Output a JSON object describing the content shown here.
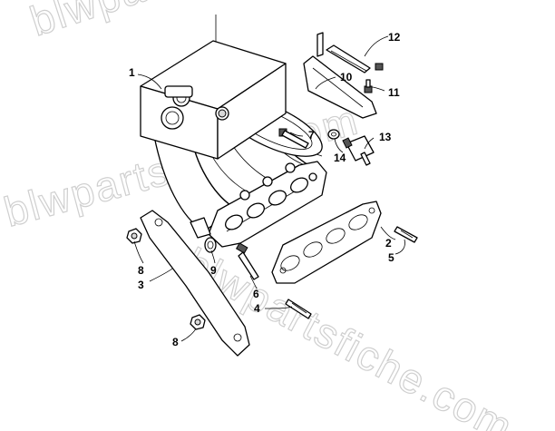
{
  "watermark": "blwpartsfiche.com",
  "callouts": {
    "c1": "1",
    "c2": "2",
    "c3": "3",
    "c4": "4",
    "c5": "5",
    "c6": "6",
    "c7": "7",
    "c8a": "8",
    "c8b": "8",
    "c9": "9",
    "c10": "10",
    "c11": "11",
    "c12": "12",
    "c13": "13",
    "c14": "14"
  }
}
